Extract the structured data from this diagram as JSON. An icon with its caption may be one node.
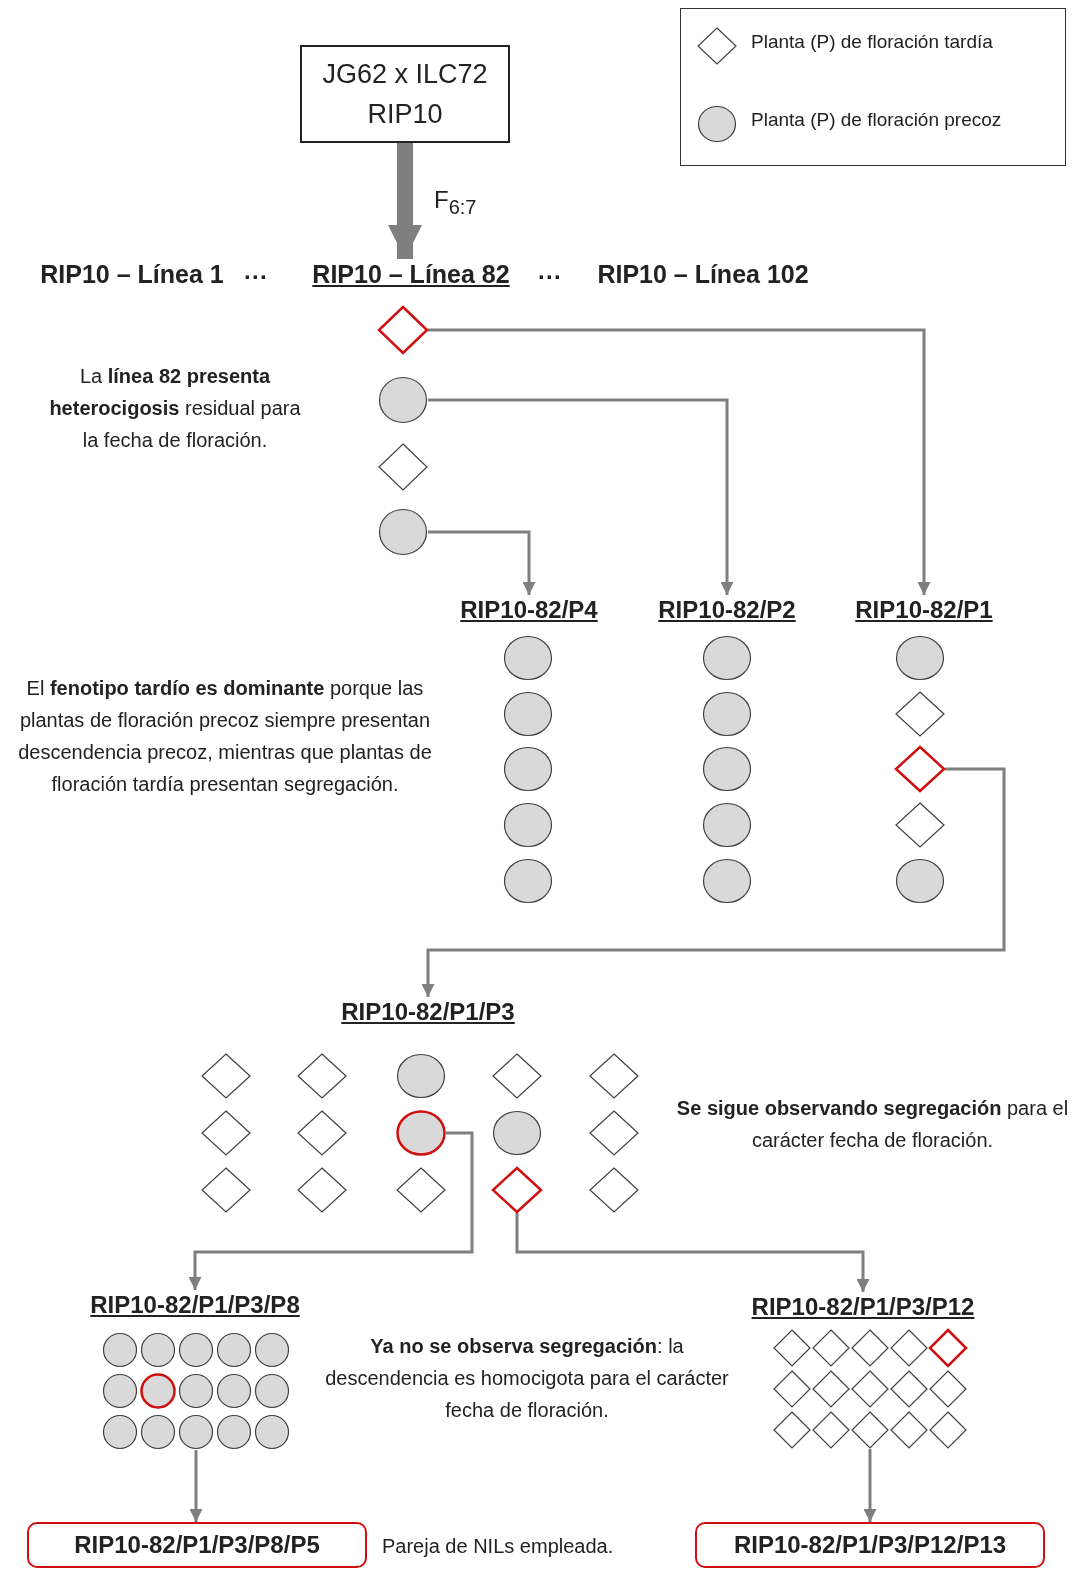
{
  "diagram": {
    "nodes": [
      {
        "text": [
          "JG62 x ILC72",
          "RIP10"
        ]
      },
      {
        "text": [
          "RIP10 – Línea 1"
        ]
      },
      {
        "text": [
          "RIP10 – Línea 82"
        ]
      },
      {
        "text": [
          "RIP10 – Línea 102"
        ]
      },
      {
        "text": [],
        "shape": "diamond"
      },
      {
        "text": [],
        "shape": "circle"
      },
      {
        "text": [],
        "shape": "diamond"
      },
      {
        "text": [],
        "shape": "circle"
      },
      {
        "text": [
          "RIP10-82/P4"
        ]
      },
      {
        "text": [
          "RIP10-82/P2"
        ]
      },
      {
        "text": [
          "RIP10-82/P1"
        ]
      },
      {
        "text": [],
        "shape": "circle"
      },
      {
        "text": [],
        "shape": "circle"
      },
      {
        "text": [],
        "shape": "circle"
      },
      {
        "text": [],
        "shape": "circle"
      },
      {
        "text": [],
        "shape": "circle"
      },
      {
        "text": [],
        "shape": "circle"
      },
      {
        "text": [],
        "shape": "circle"
      },
      {
        "text": [],
        "shape": "circle"
      },
      {
        "text": [],
        "shape": "circle"
      },
      {
        "text": [],
        "shape": "circle"
      },
      {
        "text": [],
        "shape": "circle"
      },
      {
        "text": [],
        "shape": "diamond"
      },
      {
        "text": [],
        "shape": "diamond"
      },
      {
        "text": [],
        "shape": "diamond"
      },
      {
        "text": [],
        "shape": "circle"
      },
      {
        "text": [
          "RIP10-82/P1/P3"
        ]
      },
      {
        "text": [],
        "shape": "diamond"
      },
      {
        "text": [],
        "shape": "diamond"
      },
      {
        "text": [],
        "shape": "circle"
      },
      {
        "text": [],
        "shape": "diamond"
      },
      {
        "text": [],
        "shape": "diamond"
      },
      {
        "text": [],
        "shape": "diamond"
      },
      {
        "text": [],
        "shape": "diamond"
      },
      {
        "text": [],
        "shape": "circle"
      },
      {
        "text": [],
        "shape": "circle"
      },
      {
        "text": [],
        "shape": "diamond"
      },
      {
        "text": [],
        "shape": "diamond"
      },
      {
        "text": [],
        "shape": "diamond"
      },
      {
        "text": [],
        "shape": "diamond"
      },
      {
        "text": [],
        "shape": "diamond"
      },
      {
        "text": [],
        "shape": "diamond"
      },
      {
        "text": [
          "RIP10-82/P1/P3/P8"
        ]
      },
      {
        "text": [],
        "shape": "circle"
      },
      {
        "text": [],
        "shape": "circle"
      },
      {
        "text": [],
        "shape": "circle"
      },
      {
        "text": [],
        "shape": "circle"
      },
      {
        "text": [],
        "shape": "circle"
      },
      {
        "text": [],
        "shape": "circle"
      },
      {
        "text": [],
        "shape": "circle"
      },
      {
        "text": [],
        "shape": "circle"
      },
      {
        "text": [],
        "shape": "circle"
      },
      {
        "text": [],
        "shape": "circle"
      },
      {
        "text": [],
        "shape": "circle"
      },
      {
        "text": [],
        "shape": "circle"
      },
      {
        "text": [],
        "shape": "circle"
      },
      {
        "text": [],
        "shape": "circle"
      },
      {
        "text": [],
        "shape": "circle"
      },
      {
        "text": [
          "RIP10-82/P1/P3/P12"
        ]
      },
      {
        "text": [],
        "shape": "diamond"
      },
      {
        "text": [],
        "shape": "diamond"
      },
      {
        "text": [],
        "shape": "diamond"
      },
      {
        "text": [],
        "shape": "diamond"
      },
      {
        "text": [],
        "shape": "diamond"
      },
      {
        "text": [],
        "shape": "diamond"
      },
      {
        "text": [],
        "shape": "diamond"
      },
      {
        "text": [],
        "shape": "diamond"
      },
      {
        "text": [],
        "shape": "diamond"
      },
      {
        "text": [],
        "shape": "diamond"
      },
      {
        "text": [],
        "shape": "diamond"
      },
      {
        "text": [],
        "shape": "diamond"
      },
      {
        "text": [],
        "shape": "diamond"
      },
      {
        "text": [],
        "shape": "diamond"
      },
      {
        "text": [],
        "shape": "diamond"
      },
      {
        "text": [
          "RIP10-82/P1/P3/P8/P5"
        ]
      },
      {
        "text": [
          "RIP10-82/P1/P3/P12/P13"
        ]
      }
    ],
    "edges": [
      {
        "from": 0,
        "to": 2,
        "arrow": "to",
        "label": "F$_{6:7}$",
        "style": "thick"
      },
      {
        "from": 4,
        "to": 10,
        "arrow": "to"
      },
      {
        "from": 5,
        "to": 9,
        "arrow": "to"
      },
      {
        "from": 7,
        "to": 8,
        "arrow": "to"
      },
      {
        "from": 23,
        "to": 26,
        "arrow": "to"
      },
      {
        "from": 34,
        "to": 42,
        "arrow": "to"
      },
      {
        "from": 40,
        "to": 58,
        "arrow": "to"
      },
      {
        "from": 55,
        "to": 74,
        "arrow": "to"
      },
      {
        "from": 71,
        "to": 75,
        "arrow": "to"
      }
    ],
    "labels": [
      "···",
      "···",
      "La **línea 82 presenta heterocigosis** residual para la fecha de floración.",
      "El **fenotipo tardío es dominante** porque las plantas de floración precoz siempre presentan descendencia precoz, mientras que plantas de floración tardía presentan segregación.",
      "**Se sigue observando segregación** para el carácter fecha de floración.",
      "**Ya no se observa segregación**: la descendencia es homocigota para el carácter fecha de floración.",
      "Pareja de NILs empleada."
    ],
    "legend": [
      {
        "text": "Planta (P) de floración tardía"
      },
      {
        "text": "Planta (P) de floración precoz"
      }
    ]
  }
}
